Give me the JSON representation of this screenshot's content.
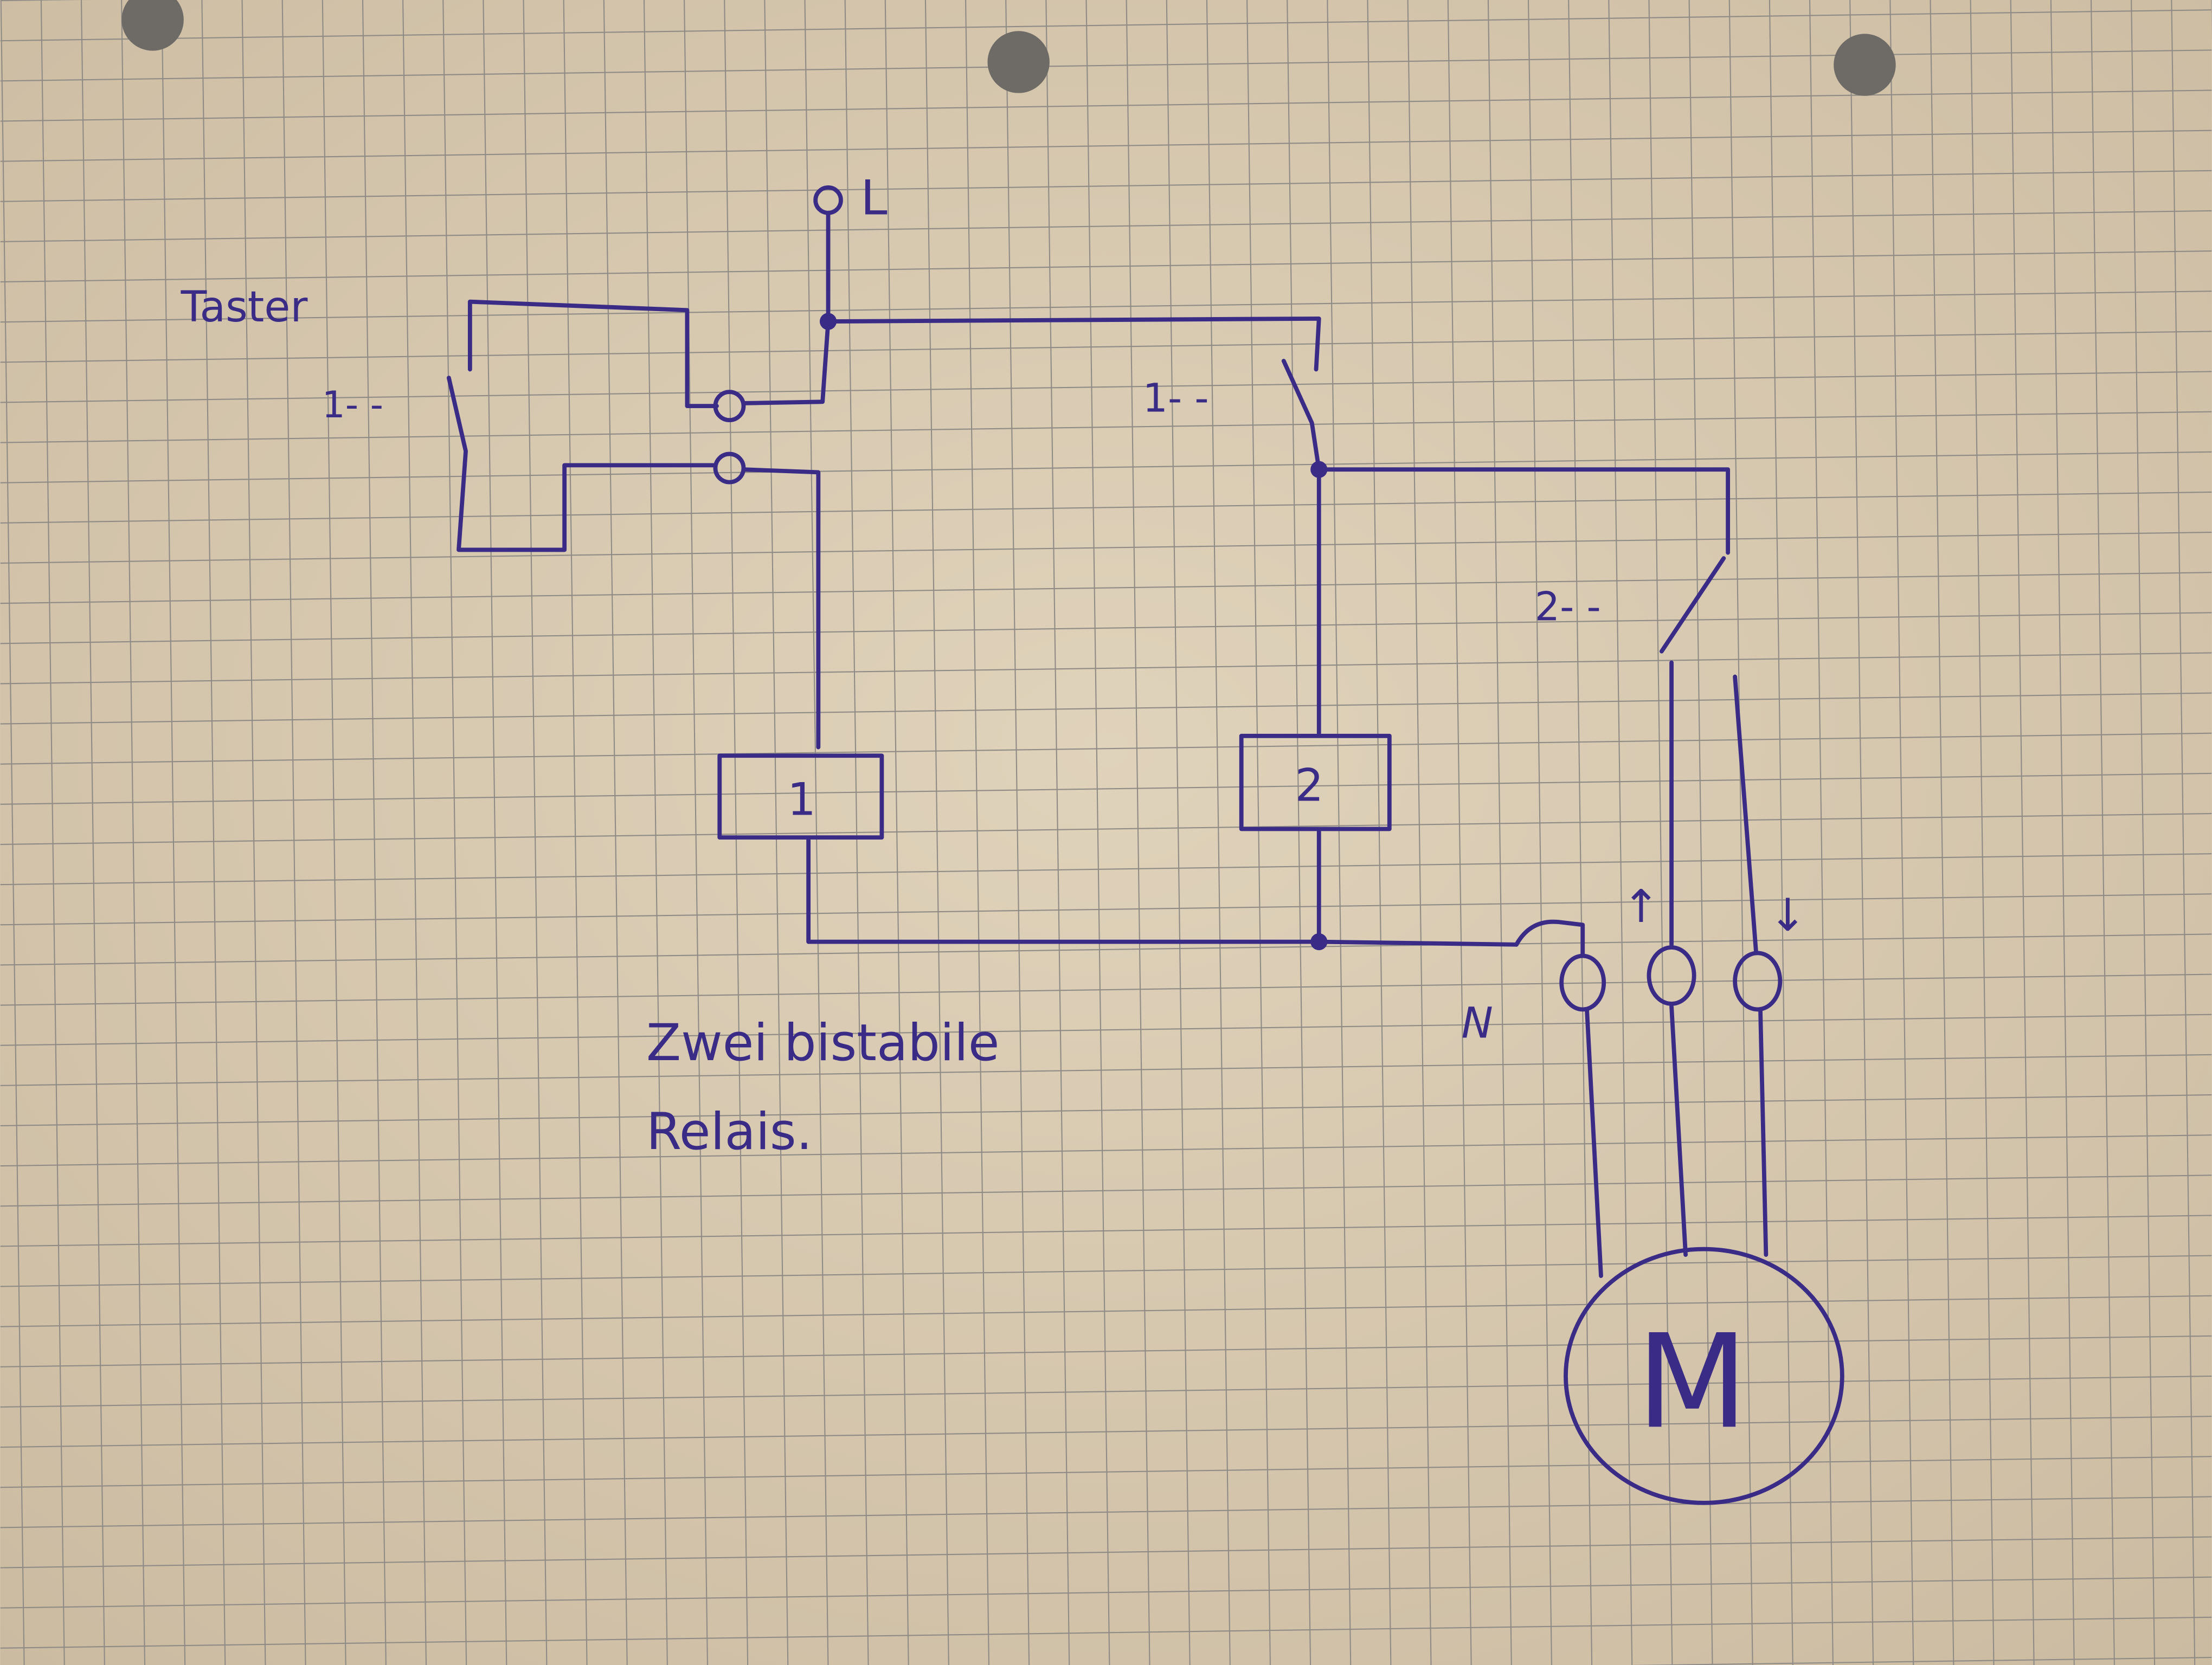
{
  "colors": {
    "paper": "#d8cab2",
    "grid": "#8f8a84",
    "ink": "#3a2c86"
  },
  "labels": {
    "supply": "L",
    "button": "Taster",
    "button_contact": "1- -",
    "relay1_contact": "1- -",
    "relay2_contact": "2- -",
    "relay1": "1",
    "relay2": "2",
    "neutral": "N",
    "up": "↑",
    "down": "↓",
    "motor": "M",
    "note_line1": "Zwei bistabile",
    "note_line2": "Relais."
  }
}
